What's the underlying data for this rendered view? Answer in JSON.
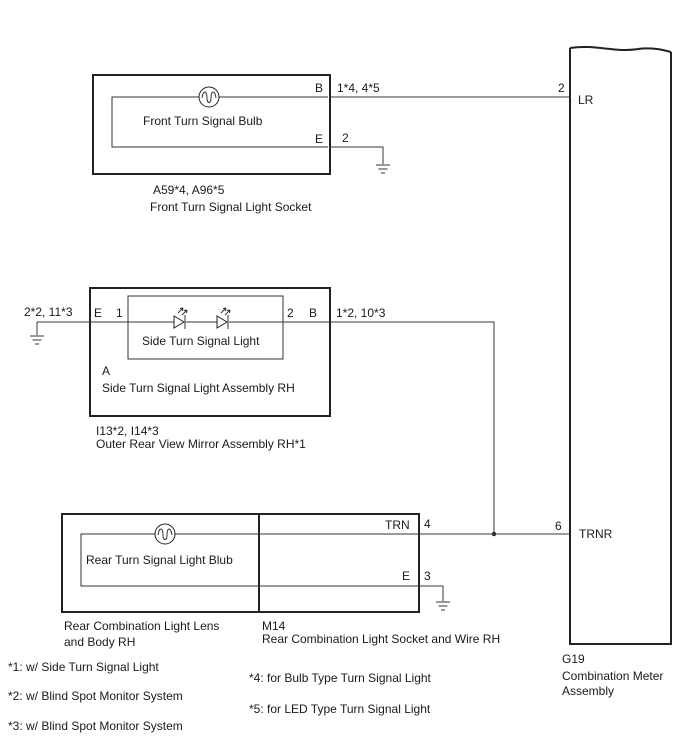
{
  "meter": {
    "code": "G19",
    "name_line1": "Combination Meter",
    "name_line2": "Assembly",
    "pin_lr_num": "2",
    "pin_lr_name": "LR",
    "pin_trnr_num": "6",
    "pin_trnr_name": "TRNR"
  },
  "front": {
    "bulb_label": "Front Turn Signal Bulb",
    "pin_b": "B",
    "pin_e": "E",
    "pin_b_conn": "1*4, 4*5",
    "pin_e_num": "2",
    "code": "A59*4, A96*5",
    "name": "Front Turn Signal Light Socket"
  },
  "side": {
    "ground_pin": "2*2, 11*3",
    "pin_e": "E",
    "pin_1": "1",
    "pin_2": "2",
    "pin_b": "B",
    "pin_b_conn": "1*2, 10*3",
    "light_label": "Side Turn Signal Light",
    "sub_code": "A",
    "assembly_name": "Side Turn Signal Light Assembly RH",
    "code": "I13*2, I14*3",
    "mirror_name": "Outer Rear View Mirror Assembly RH*1"
  },
  "rear": {
    "bulb_label": "Rear Turn Signal Light Blub",
    "pin_trn": "TRN",
    "pin_trn_num": "4",
    "pin_e": "E",
    "pin_e_num": "3",
    "lens_line1": "Rear Combination Light Lens",
    "lens_line2": "and Body RH",
    "socket_code": "M14",
    "socket_name": "Rear Combination Light Socket and Wire RH"
  },
  "notes": {
    "n1": "*1: w/ Side Turn Signal Light",
    "n2": "*2: w/ Blind Spot Monitor System",
    "n3": "*3: w/ Blind Spot Monitor System",
    "n4": "*4: for Bulb Type Turn Signal Light",
    "n5": "*5: for LED Type Turn Signal Light"
  }
}
